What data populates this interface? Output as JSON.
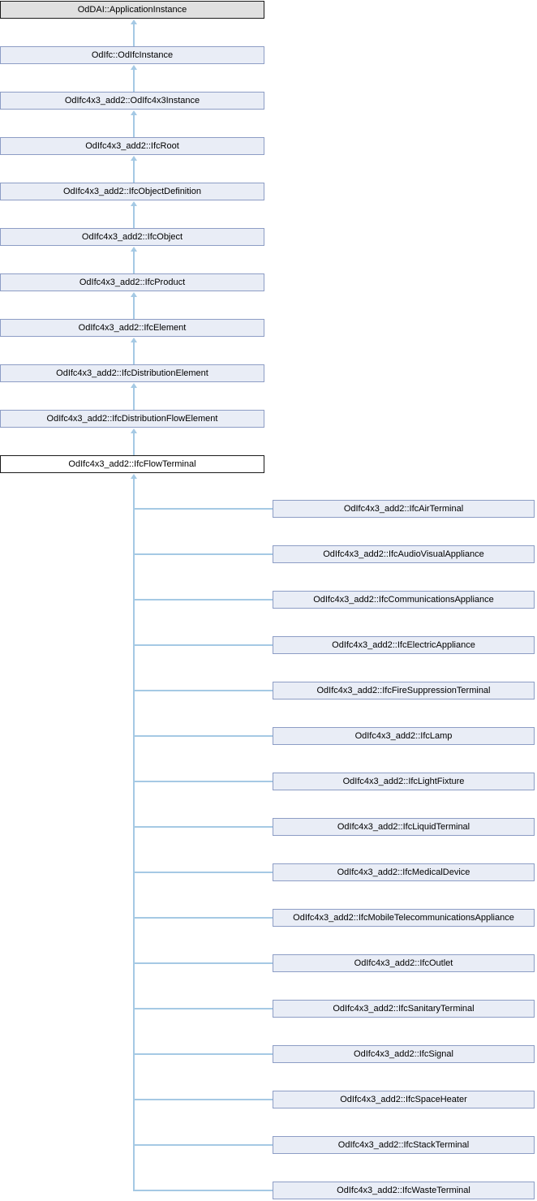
{
  "diagram": {
    "kind": "class-inheritance-graph",
    "colors": {
      "root_fill": "#e0e0e0",
      "root_border": "#1a1a1a",
      "ancestor_fill": "#e9edf6",
      "ancestor_border": "#8d9dc5",
      "current_fill": "#ffffff",
      "current_border": "#1a1a1a",
      "edge": "#a5c9e4",
      "text": "#000000"
    },
    "chain": [
      {
        "label": "OdDAI::ApplicationInstance",
        "variant": "root"
      },
      {
        "label": "OdIfc::OdIfcInstance",
        "variant": "ancestor"
      },
      {
        "label": "OdIfc4x3_add2::OdIfc4x3Instance",
        "variant": "ancestor"
      },
      {
        "label": "OdIfc4x3_add2::IfcRoot",
        "variant": "ancestor"
      },
      {
        "label": "OdIfc4x3_add2::IfcObjectDefinition",
        "variant": "ancestor"
      },
      {
        "label": "OdIfc4x3_add2::IfcObject",
        "variant": "ancestor"
      },
      {
        "label": "OdIfc4x3_add2::IfcProduct",
        "variant": "ancestor"
      },
      {
        "label": "OdIfc4x3_add2::IfcElement",
        "variant": "ancestor"
      },
      {
        "label": "OdIfc4x3_add2::IfcDistributionElement",
        "variant": "ancestor"
      },
      {
        "label": "OdIfc4x3_add2::IfcDistributionFlowElement",
        "variant": "ancestor"
      },
      {
        "label": "OdIfc4x3_add2::IfcFlowTerminal",
        "variant": "current"
      }
    ],
    "children": [
      "OdIfc4x3_add2::IfcAirTerminal",
      "OdIfc4x3_add2::IfcAudioVisualAppliance",
      "OdIfc4x3_add2::IfcCommunicationsAppliance",
      "OdIfc4x3_add2::IfcElectricAppliance",
      "OdIfc4x3_add2::IfcFireSuppressionTerminal",
      "OdIfc4x3_add2::IfcLamp",
      "OdIfc4x3_add2::IfcLightFixture",
      "OdIfc4x3_add2::IfcLiquidTerminal",
      "OdIfc4x3_add2::IfcMedicalDevice",
      "OdIfc4x3_add2::IfcMobileTelecommunicationsAppliance",
      "OdIfc4x3_add2::IfcOutlet",
      "OdIfc4x3_add2::IfcSanitaryTerminal",
      "OdIfc4x3_add2::IfcSignal",
      "OdIfc4x3_add2::IfcSpaceHeater",
      "OdIfc4x3_add2::IfcStackTerminal",
      "OdIfc4x3_add2::IfcWasteTerminal"
    ]
  }
}
